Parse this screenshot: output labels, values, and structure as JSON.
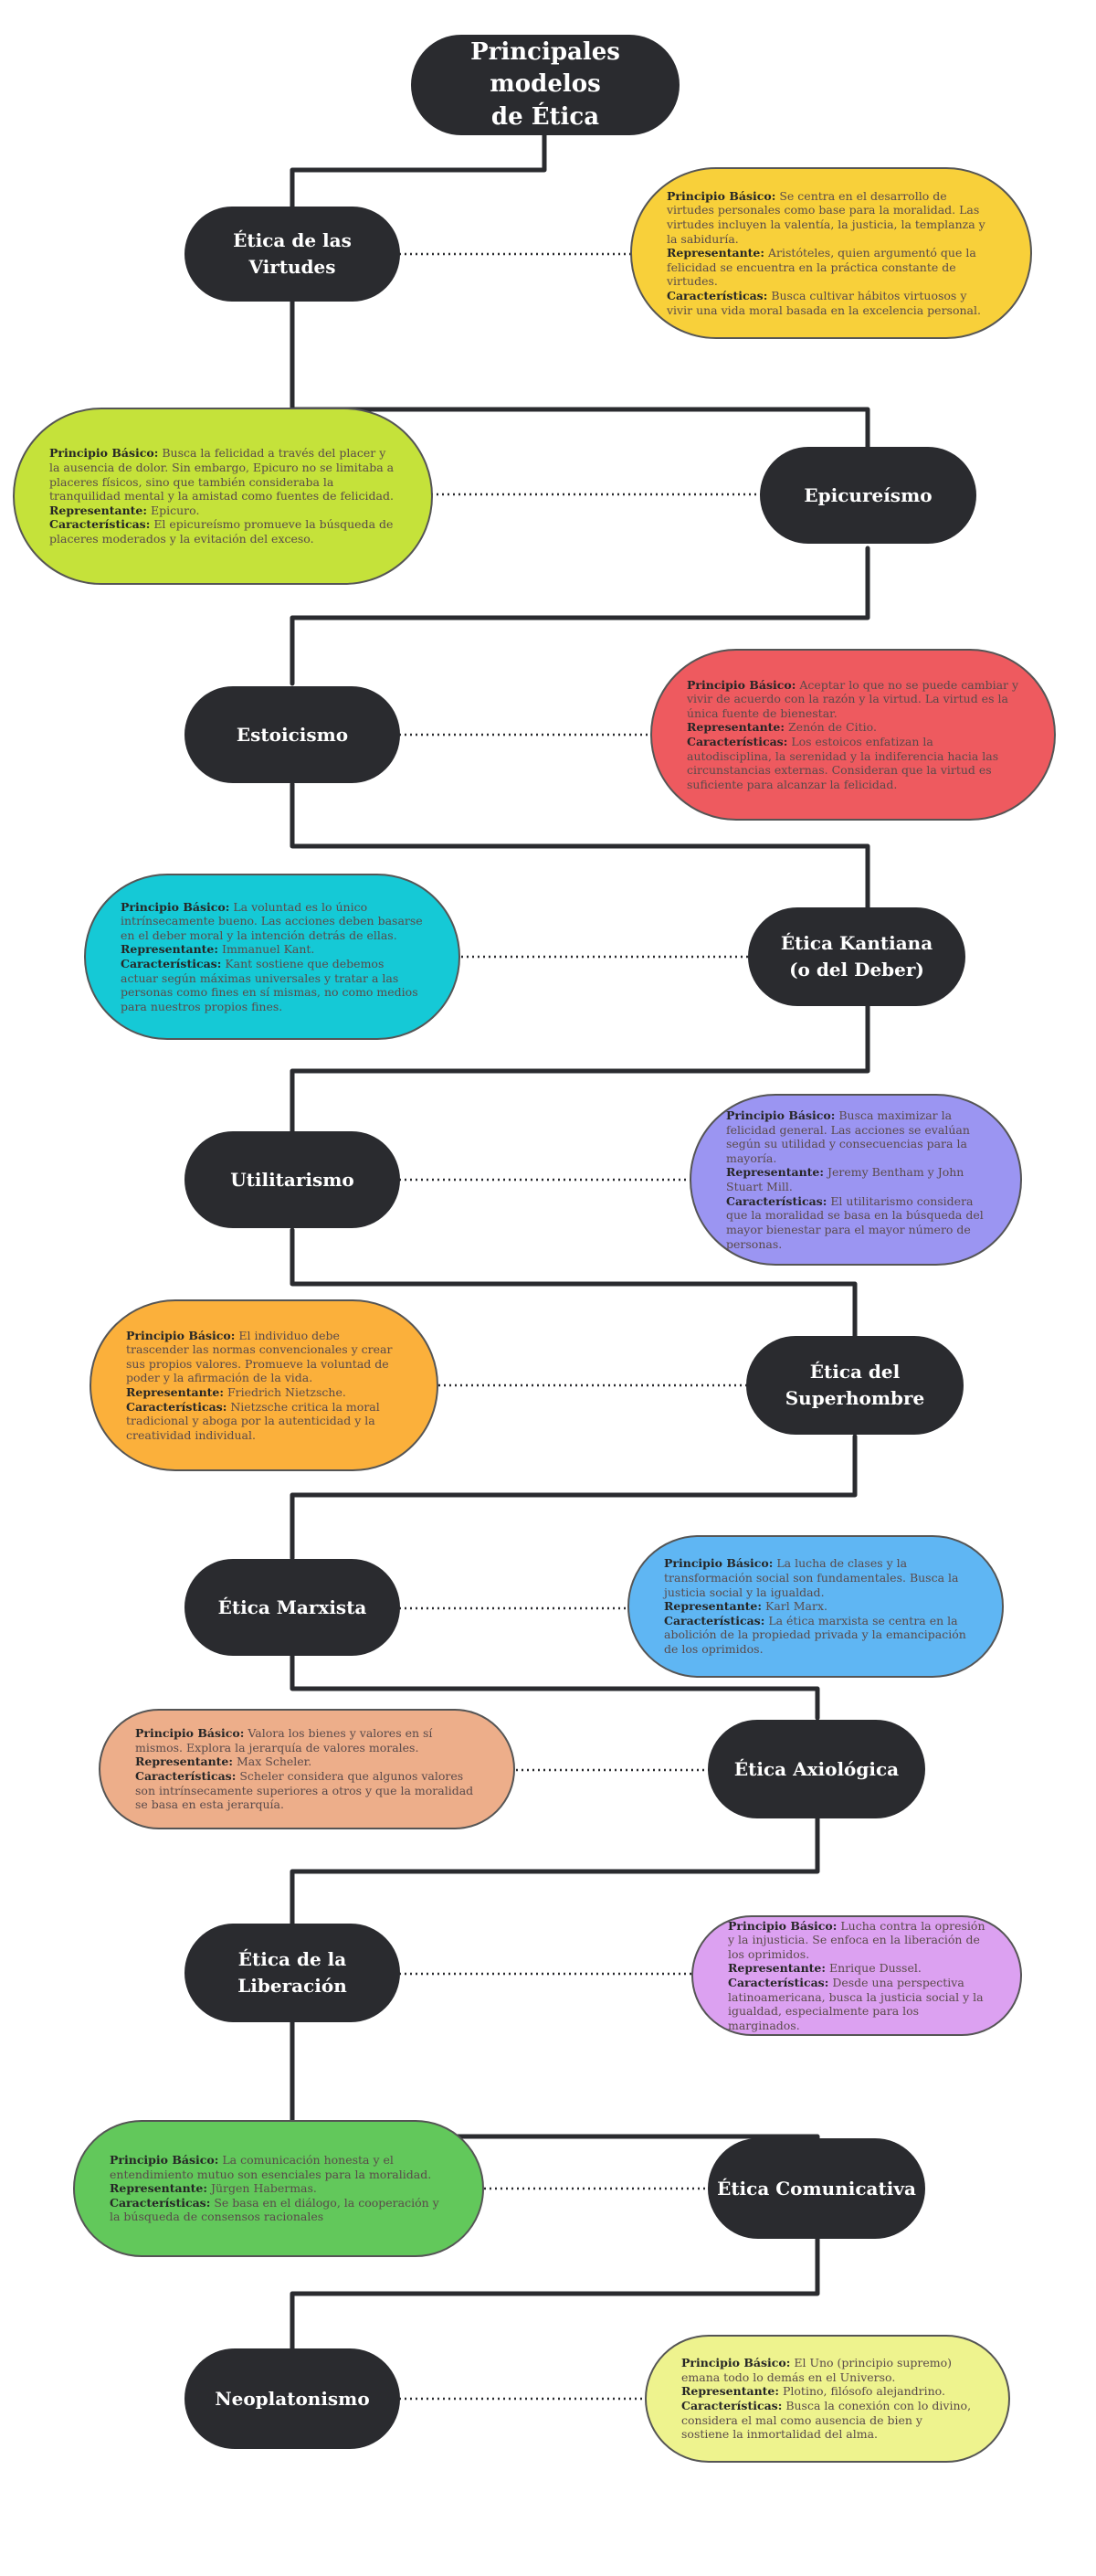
{
  "title": "Principales modelos\nde Ética",
  "labels": {
    "principio": "Principio Básico:",
    "representante": "Representante:",
    "caracteristicas": "Características:"
  },
  "models": [
    {
      "id": "virtudes",
      "name": "Ética de las Virtudes",
      "color": "#f8d03a",
      "principio": "Se centra en el desarrollo de virtudes personales como base para la moralidad. Las virtudes incluyen la valentía, la justicia, la templanza y la sabiduría.",
      "representante": "Aristóteles, quien argumentó que la felicidad se encuentra en la práctica constante de virtudes.",
      "caracteristicas": "Busca cultivar hábitos virtuosos y vivir una vida moral basada en la excelencia personal."
    },
    {
      "id": "epicureismo",
      "name": "Epicureísmo",
      "color": "#c5e23a",
      "principio": "Busca la felicidad a través del placer y la ausencia de dolor. Sin embargo, Epicuro no se limitaba a placeres físicos, sino que también consideraba la tranquilidad mental y la amistad como fuentes de felicidad.",
      "representante": "Epicuro.",
      "caracteristicas": "El epicureísmo promueve la búsqueda de placeres moderados y la evitación del exceso."
    },
    {
      "id": "estoicismo",
      "name": "Estoicismo",
      "color": "#ee5a5f",
      "principio": "Aceptar lo que no se puede cambiar y vivir de acuerdo con la razón y la virtud. La virtud es la única fuente de bienestar.",
      "representante": "Zenón de Citio.",
      "caracteristicas": "Los estoicos enfatizan la autodisciplina, la serenidad y la indiferencia hacia las circunstancias externas. Consideran que la virtud es suficiente para alcanzar la felicidad."
    },
    {
      "id": "kantiana",
      "name": "Ética Kantiana\n(o del Deber)",
      "color": "#15c9d6",
      "principio": "La voluntad es lo único intrínsecamente bueno. Las acciones deben basarse en el deber moral y la intención detrás de ellas.",
      "representante": "Immanuel Kant.",
      "caracteristicas": "Kant sostiene que debemos actuar según máximas universales y tratar a las personas como fines en sí mismas, no como medios para nuestros propios fines."
    },
    {
      "id": "utilitarismo",
      "name": "Utilitarismo",
      "color": "#9b95f2",
      "principio": "Busca maximizar la felicidad general. Las acciones se evalúan según su utilidad y consecuencias para la mayoría.",
      "representante": "Jeremy Bentham y John Stuart Mill.",
      "caracteristicas": "El utilitarismo considera que la moralidad se basa en la búsqueda del mayor bienestar para el mayor número de personas."
    },
    {
      "id": "superhombre",
      "name": "Ética del\nSuperhombre",
      "color": "#fbb03b",
      "principio": "El individuo debe trascender las normas convencionales y crear sus propios valores. Promueve la voluntad de poder y la afirmación de la vida.",
      "representante": "Friedrich Nietzsche.",
      "caracteristicas": "Nietzsche critica la moral tradicional y aboga por la autenticidad y la creatividad individual."
    },
    {
      "id": "marxista",
      "name": "Ética Marxista",
      "color": "#5fb6f3",
      "principio": "La lucha de clases y la transformación social son fundamentales. Busca la justicia social y la igualdad.",
      "representante": "Karl Marx.",
      "caracteristicas": "La ética marxista se centra en la abolición de la propiedad privada y la emancipación de los oprimidos."
    },
    {
      "id": "axiologica",
      "name": "Ética Axiológica",
      "color": "#edae8a",
      "principio": "Valora los bienes y valores en sí mismos. Explora la jerarquía de valores morales.",
      "representante": "Max Scheler.",
      "caracteristicas": "Scheler considera que algunos valores son intrínsecamente superiores a otros y que la moralidad se basa en esta jerarquía."
    },
    {
      "id": "liberacion",
      "name": "Ética de la\nLiberación",
      "color": "#dca1f1",
      "principio": "Lucha contra la opresión y la injusticia. Se enfoca en la liberación de los oprimidos.",
      "representante": "Enrique Dussel.",
      "caracteristicas": "Desde una perspectiva latinoamericana, busca la justicia social y la igualdad, especialmente para los marginados."
    },
    {
      "id": "comunicativa",
      "name": "Ética Comunicativa",
      "color": "#62c85b",
      "principio": "La comunicación honesta y el entendimiento mutuo son esenciales para la moralidad.",
      "representante": "Jürgen Habermas.",
      "caracteristicas": "Se basa en el diálogo, la cooperación y la búsqueda de consensos racionales"
    },
    {
      "id": "neoplatonismo",
      "name": "Neoplatonismo",
      "color": "#eef38e",
      "principio": "El Uno (principio supremo) emana todo lo demás en el Universo.",
      "representante": "Plotino, filósofo alejandrino.",
      "caracteristicas": "Busca la conexión con lo divino, considera el mal como ausencia de bien y sostiene la inmortalidad del alma."
    }
  ]
}
